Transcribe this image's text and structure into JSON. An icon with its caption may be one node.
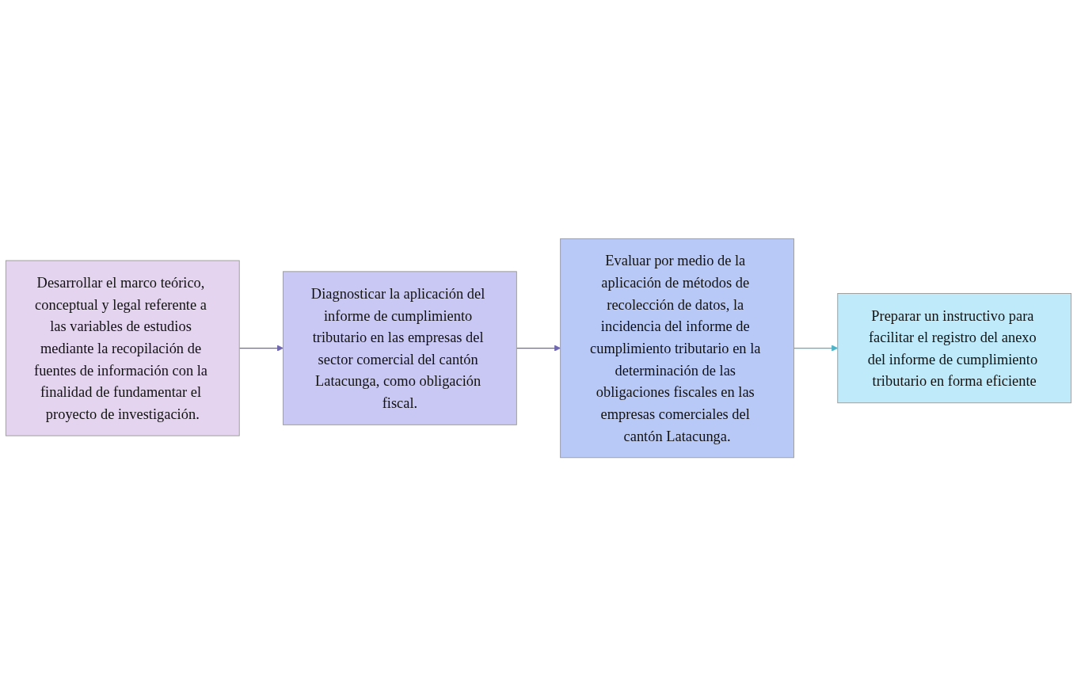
{
  "diagram": {
    "nodes": [
      {
        "text": [
          "Desarrollar el marco teórico, conceptual y legal referente a las variables de estudios mediante la recopilación de fuentes de información con la finalidad de fundamentar el proyecto de investigación."
        ]
      },
      {
        "text": [
          "Diagnosticar la aplicación del informe de cumplimiento tributario en las empresas del sector comercial del cantón Latacunga, como obligación fiscal."
        ]
      },
      {
        "text": [
          "Evaluar por medio de la aplicación de métodos de recolección de datos, la incidencia del informe de cumplimiento tributario en la determinación de las obligaciones fiscales en las empresas comerciales del cantón Latacunga."
        ]
      },
      {
        "text": [
          "Preparar un instructivo para facilitar el registro del anexo del informe de cumplimiento tributario en forma eficiente"
        ]
      }
    ],
    "edges": [
      {
        "from": 0,
        "to": 1,
        "arrow": "to"
      },
      {
        "from": 1,
        "to": 2,
        "arrow": "to"
      },
      {
        "from": 2,
        "to": 3,
        "arrow": "to",
        "color": "#4bb3c8"
      }
    ]
  }
}
